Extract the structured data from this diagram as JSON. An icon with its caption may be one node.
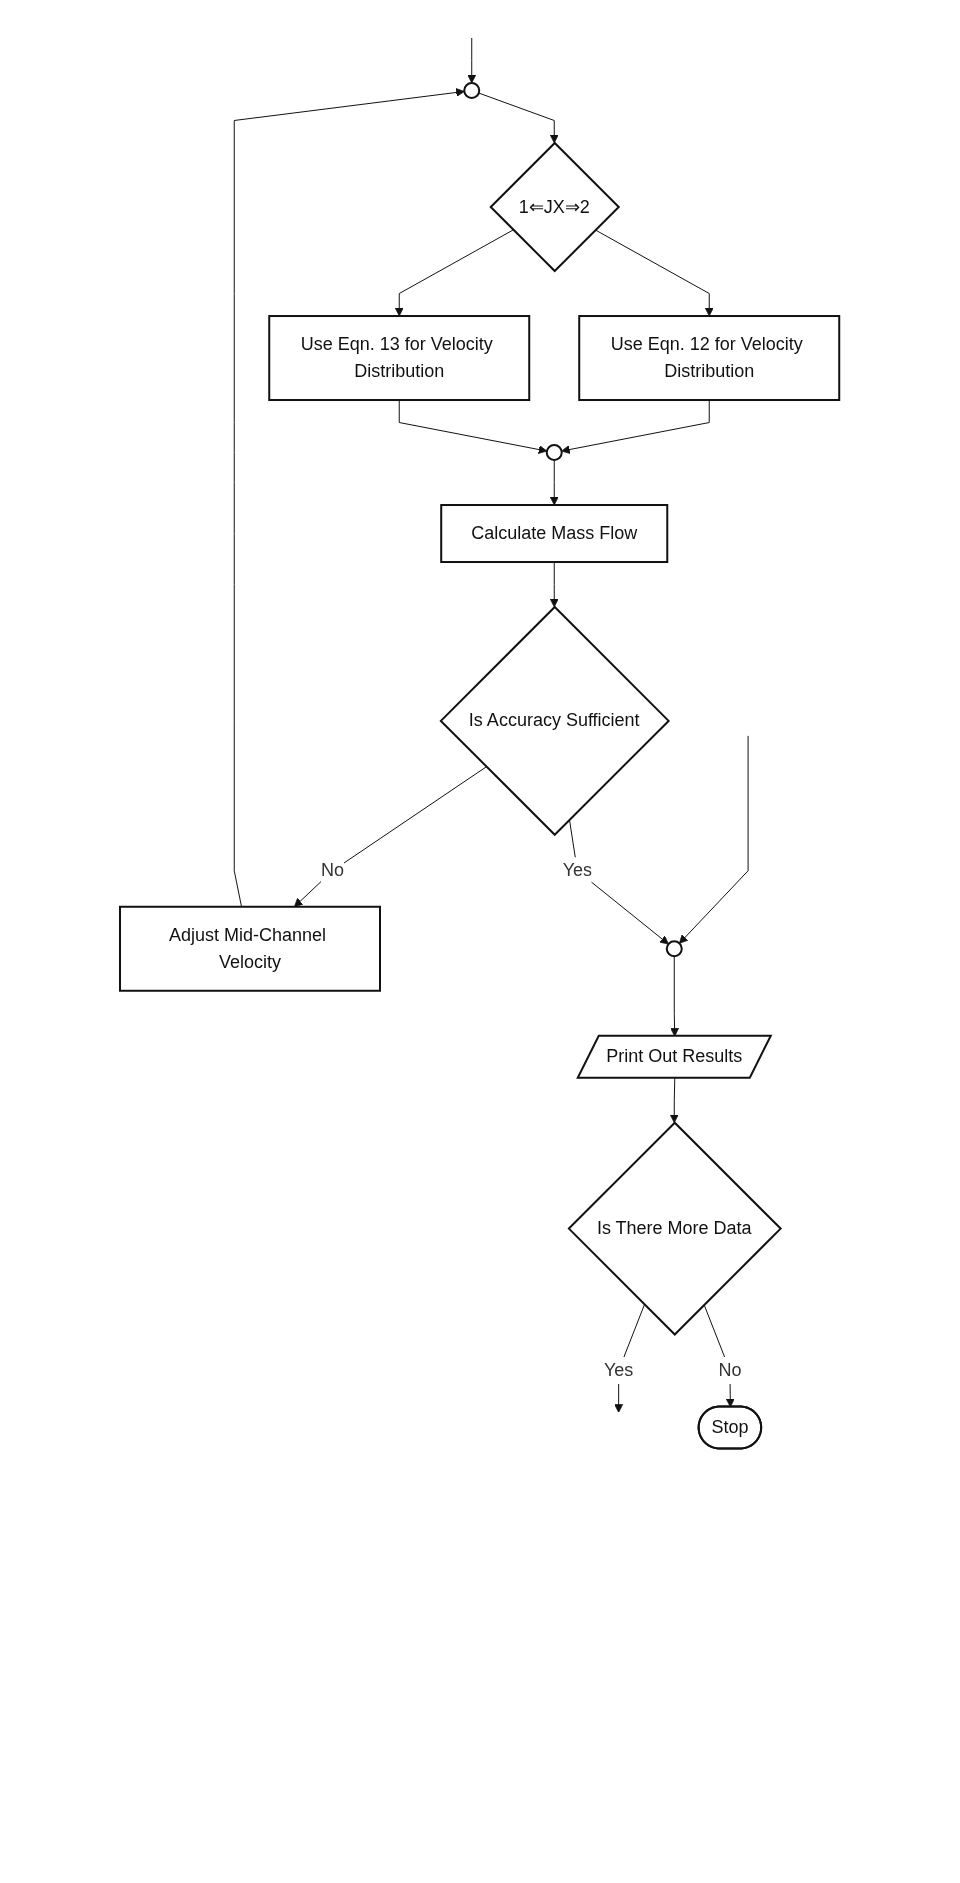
{
  "diagram": {
    "nodes": [
      {
        "text": [],
        "shape": "circle"
      },
      {
        "text": [
          "1⇐JX⇒2"
        ]
      },
      {
        "text": [
          "Use Eqn. 12 for Velocity Distribution"
        ]
      },
      {
        "text": [
          "Use Eqn. 13 for Velocity Distribution"
        ]
      },
      {
        "text": [],
        "shape": "circle"
      },
      {
        "text": [
          "Calculate Mass Flow"
        ]
      },
      {
        "text": [
          "Is Accuracy Sufficient"
        ]
      },
      {
        "text": [
          "Adjust Mid-Channel Velocity"
        ]
      },
      {
        "text": [],
        "shape": "circle"
      },
      {
        "text": [
          "Print Out Results"
        ]
      },
      {
        "text": [
          "Is There More Data"
        ]
      },
      {
        "text": [
          "Stop"
        ]
      }
    ],
    "edges": [
      {
        "from": null,
        "to": 0,
        "arrow": "to"
      },
      {
        "from": 0,
        "to": 1,
        "arrow": "to"
      },
      {
        "from": 1,
        "to": 2,
        "arrow": "to"
      },
      {
        "from": 1,
        "to": 3,
        "arrow": "to"
      },
      {
        "from": 2,
        "to": 4,
        "arrow": "to"
      },
      {
        "from": 3,
        "to": 4,
        "arrow": "to"
      },
      {
        "from": 4,
        "to": 5,
        "arrow": "to"
      },
      {
        "from": 5,
        "to": 6,
        "arrow": "to"
      },
      {
        "from": 6,
        "to": 7,
        "label": "No",
        "arrow": "to"
      },
      {
        "from": 7,
        "to": 0,
        "arrow": "to"
      },
      {
        "from": null,
        "to": 8,
        "arrow": "to"
      },
      {
        "from": 6,
        "to": 8,
        "label": "Yes",
        "arrow": "to"
      },
      {
        "from": 8,
        "to": 9,
        "arrow": "to"
      },
      {
        "from": 9,
        "to": 10,
        "arrow": "to"
      },
      {
        "from": 10,
        "to": null,
        "label": "Yes",
        "arrow": "to"
      },
      {
        "from": 10,
        "to": 11,
        "label": "No",
        "arrow": "to"
      }
    ]
  }
}
